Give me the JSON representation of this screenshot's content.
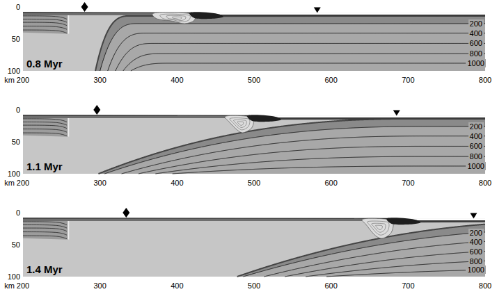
{
  "diagram": {
    "labels": [
      "0",
      "50",
      "100",
      "0.8 Myr",
      "200",
      "400",
      "600",
      "800",
      "1000",
      "km",
      "200",
      "300",
      "400",
      "500",
      "600",
      "700",
      "800",
      "0",
      "50",
      "100",
      "1.1 Myr",
      "200",
      "400",
      "600",
      "800",
      "1000",
      "km",
      "200",
      "300",
      "400",
      "500",
      "600",
      "700",
      "800",
      "0",
      "50",
      "100",
      "1.4 Myr",
      "200",
      "400",
      "600",
      "800",
      "1000",
      "km",
      "200",
      "300",
      "400",
      "500",
      "600",
      "700",
      "800"
    ]
  }
}
